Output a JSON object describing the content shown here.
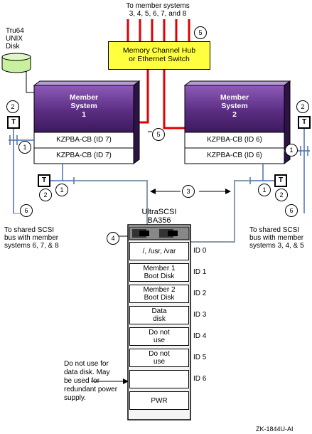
{
  "top_label": "To member systems\n3, 4, 5, 6, 7, and 8",
  "hub": {
    "label": "Memory Channel Hub\nor Ethernet Switch",
    "fill": "#ffff40",
    "link_color": "#e00000"
  },
  "disk_label": "Tru64\nUNIX\nDisk",
  "disk_fill": "#c8f0a0",
  "member1": {
    "title": "Member\nSystem\n1",
    "adapter_top": "KZPBA-CB (ID 7)",
    "adapter_bottom": "KZPBA-CB (ID 7)"
  },
  "member2": {
    "title": "Member\nSystem\n2",
    "adapter_top": "KZPBA-CB (ID 6)",
    "adapter_bottom": "KZPBA-CB (ID 6)"
  },
  "member_fill": "#5a2d82",
  "terminator_label": "T",
  "callouts": {
    "c1": "1",
    "c2": "2",
    "c3": "3",
    "c4": "4",
    "c5": "5",
    "c6": "6"
  },
  "left_bus_note": "To shared SCSI\nbus with member\nsystems 6, 7, & 8",
  "right_bus_note": "To shared SCSI\nbus with member\nsystems 3, 4, & 5",
  "storage_title": "UltraSCSI\nBA356",
  "slots": [
    {
      "label": "/, /usr, /var",
      "id": "ID 0"
    },
    {
      "label": "Member 1\nBoot Disk",
      "id": "ID 1"
    },
    {
      "label": "Member 2\nBoot Disk",
      "id": "ID 2"
    },
    {
      "label": "Data\ndisk",
      "id": "ID 3"
    },
    {
      "label": "Do not\nuse",
      "id": "ID 4"
    },
    {
      "label": "Do not\nuse",
      "id": "ID 5"
    },
    {
      "label": "",
      "id": "ID 6"
    },
    {
      "label": "PWR",
      "id": ""
    }
  ],
  "slot6_note": "Do not use for\ndata disk.  May\nbe used for\nredundant power\nsupply.",
  "cable_color": "#8a9aa8",
  "figure_id": "ZK-1844U-AI"
}
